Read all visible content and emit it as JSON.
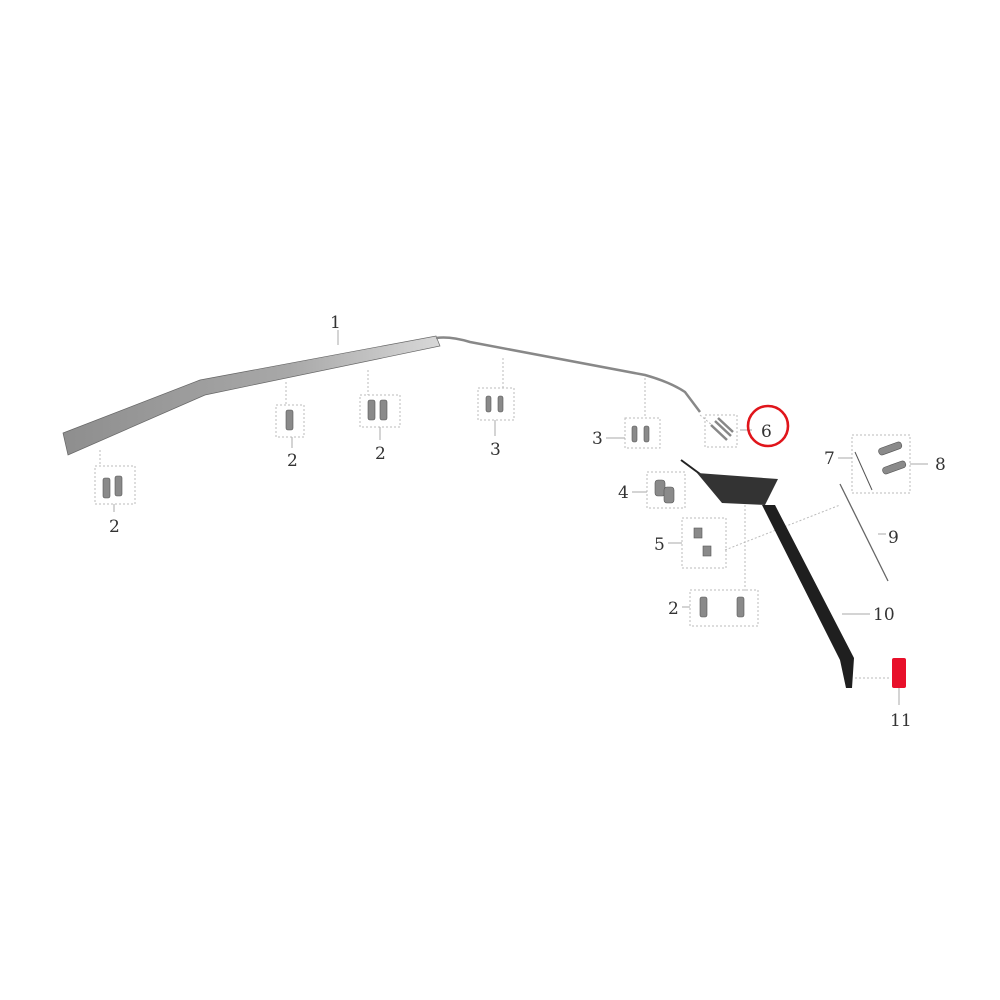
{
  "diagram": {
    "callouts": {
      "p1": "1",
      "p2a": "2",
      "p2b": "2",
      "p2c": "2",
      "p2d": "2",
      "p3a": "3",
      "p3b": "3",
      "p4": "4",
      "p5": "5",
      "p6": "6",
      "p7": "7",
      "p8": "8",
      "p9": "9",
      "p10": "10",
      "p11": "11"
    },
    "highlight": {
      "part": "6",
      "color": "#e0151b"
    },
    "colors": {
      "rail": "#9a9a9a",
      "bracket": "#222222",
      "part11": "#e8102a"
    }
  }
}
